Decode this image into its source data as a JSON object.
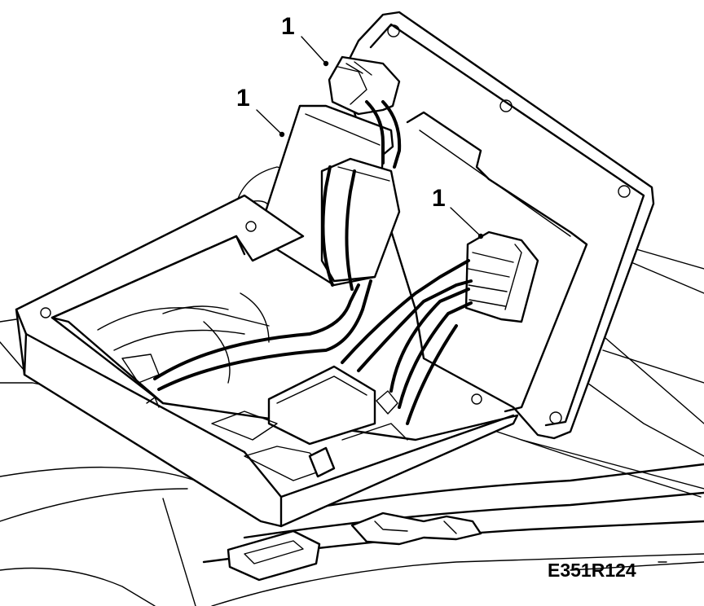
{
  "callouts": [
    {
      "label": "1"
    },
    {
      "label": "1"
    },
    {
      "label": "1"
    }
  ],
  "figure_ref": "E351R124"
}
